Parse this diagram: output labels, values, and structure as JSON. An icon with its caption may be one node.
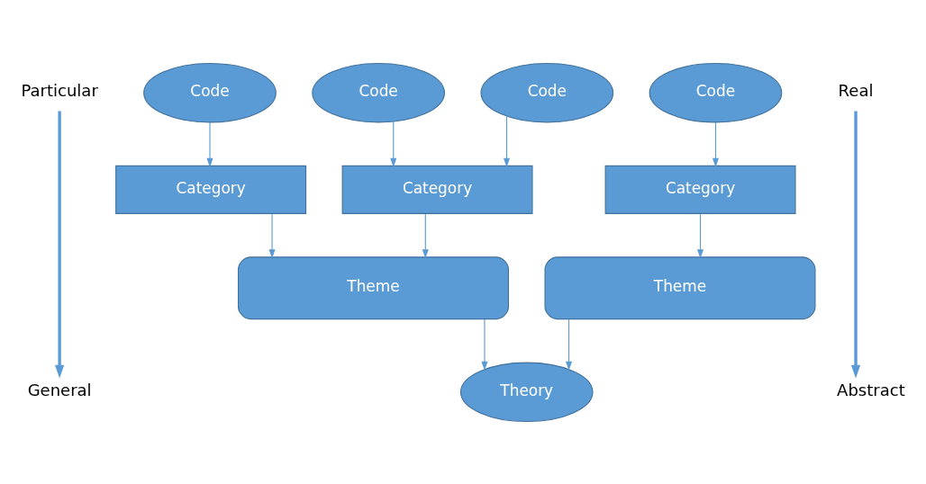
{
  "diagram": {
    "nodes": [
      {
        "text": [
          "Particular"
        ]
      },
      {
        "text": [
          "General"
        ]
      },
      {
        "text": [
          "Real"
        ]
      },
      {
        "text": [
          "Abstract"
        ]
      },
      {
        "text": [
          "Code"
        ]
      },
      {
        "text": [
          "Code"
        ]
      },
      {
        "text": [
          "Code"
        ]
      },
      {
        "text": [
          "Code"
        ]
      },
      {
        "text": [
          "Category"
        ]
      },
      {
        "text": [
          "Category"
        ]
      },
      {
        "text": [
          "Category"
        ]
      },
      {
        "text": [
          "Theme"
        ]
      },
      {
        "text": [
          "Theme"
        ]
      },
      {
        "text": [
          "Theory"
        ]
      }
    ],
    "edges": [
      {
        "from": 0,
        "to": 1,
        "arrow": "to",
        "style": "thick"
      },
      {
        "from": 2,
        "to": 3,
        "arrow": "to",
        "style": "thick"
      },
      {
        "from": 4,
        "to": 8,
        "arrow": "to"
      },
      {
        "from": 5,
        "to": 9,
        "arrow": "to"
      },
      {
        "from": 6,
        "to": 9,
        "arrow": "to"
      },
      {
        "from": 7,
        "to": 10,
        "arrow": "to"
      },
      {
        "from": 8,
        "to": 11,
        "arrow": "to"
      },
      {
        "from": 9,
        "to": 11,
        "arrow": "to"
      },
      {
        "from": 10,
        "to": 12,
        "arrow": "to"
      },
      {
        "from": 11,
        "to": 13,
        "arrow": "to"
      },
      {
        "from": 12,
        "to": 13,
        "arrow": "to"
      }
    ]
  }
}
